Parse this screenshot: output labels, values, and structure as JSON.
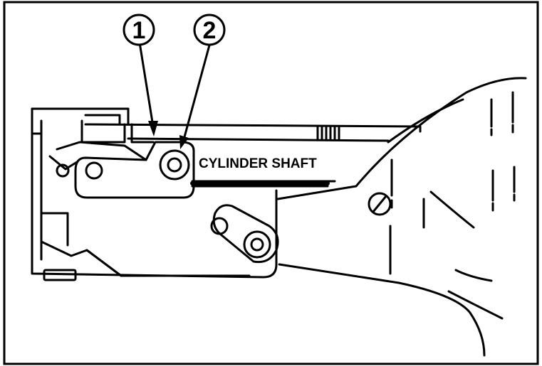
{
  "diagram": {
    "callouts": [
      {
        "id": "callout-1",
        "label": "1",
        "target": "bracket-plate"
      },
      {
        "id": "callout-2",
        "label": "2",
        "target": "cylinder-shaft-bolt"
      }
    ],
    "labels": {
      "cylinder_shaft": "CYLINDER SHAFT"
    }
  }
}
